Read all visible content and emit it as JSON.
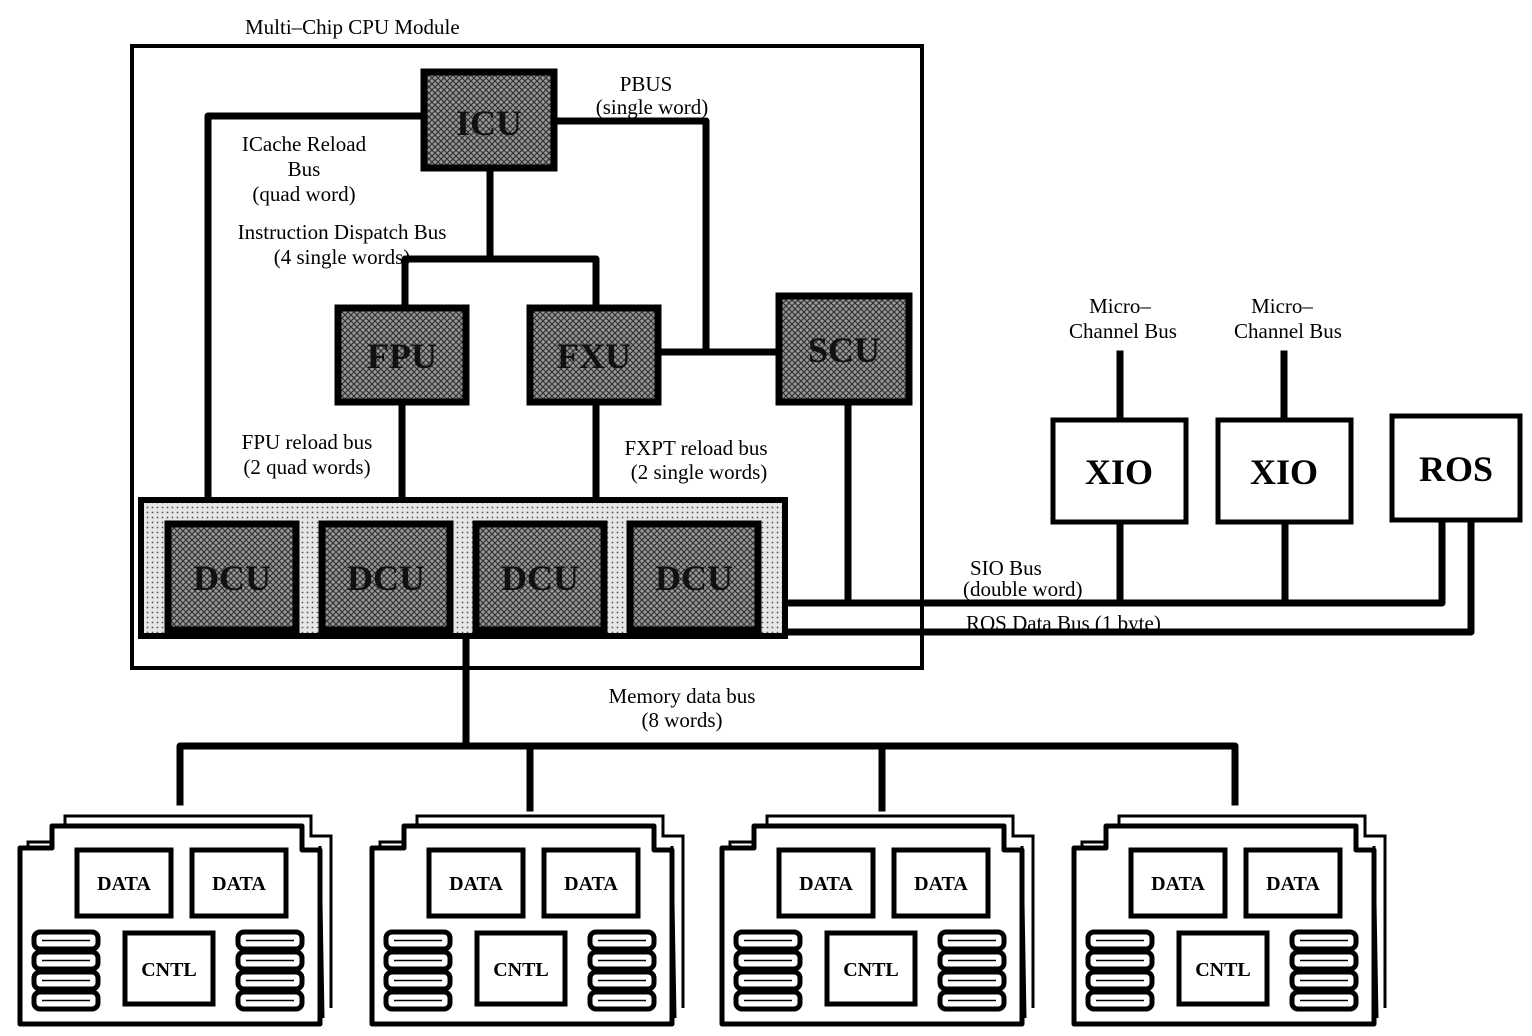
{
  "module_title": "Multi–Chip CPU Module",
  "chips": {
    "icu": "ICU",
    "fpu": "FPU",
    "fxu": "FXU",
    "scu": "SCU",
    "dcu": [
      "DCU",
      "DCU",
      "DCU",
      "DCU"
    ]
  },
  "io": {
    "xio": [
      "XIO",
      "XIO"
    ],
    "ros": "ROS",
    "micro_channel": [
      {
        "line1": "Micro–",
        "line2": "Channel Bus"
      },
      {
        "line1": "Micro–",
        "line2": "Channel Bus"
      }
    ]
  },
  "bus_labels": {
    "pbus": {
      "line1": "PBUS",
      "line2": "(single word)"
    },
    "icache": {
      "line1": "ICache Reload",
      "line2": "Bus",
      "line3": "(quad word)"
    },
    "dispatch": {
      "line1": "Instruction Dispatch Bus",
      "line2": "(4  single words)"
    },
    "fpu_reload": {
      "line1": "FPU reload bus",
      "line2": "(2 quad words)"
    },
    "fxpt_reload": {
      "line1": "FXPT reload bus",
      "line2": "(2 single words)"
    },
    "sio": {
      "line1": "SIO Bus",
      "line2": "(double word)"
    },
    "ros_data": "ROS Data Bus (1 byte)",
    "memory": {
      "line1": "Memory data bus",
      "line2": "(8 words)"
    }
  },
  "memory_cards": [
    {
      "data": [
        "DATA",
        "DATA"
      ],
      "control": "CNTL"
    },
    {
      "data": [
        "DATA",
        "DATA"
      ],
      "control": "CNTL"
    },
    {
      "data": [
        "DATA",
        "DATA"
      ],
      "control": "CNTL"
    },
    {
      "data": [
        "DATA",
        "DATA"
      ],
      "control": "CNTL"
    }
  ]
}
